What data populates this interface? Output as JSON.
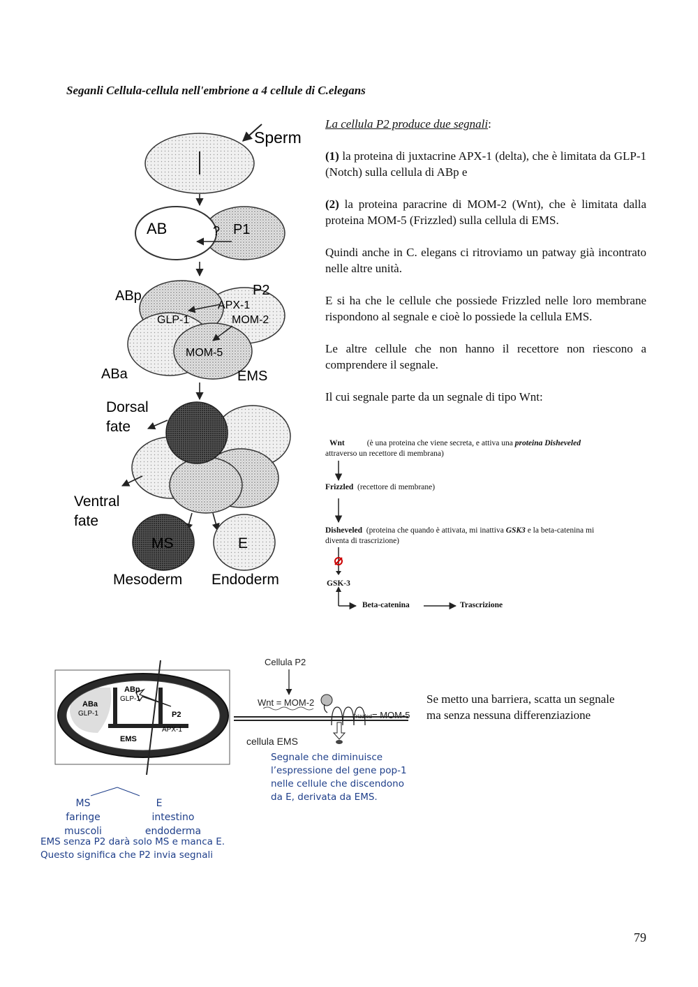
{
  "title": "Seganli Cellula-cellula nell'embrione a 4 cellule di C.elegans",
  "diagram1": {
    "sperm": "Sperm",
    "ab": "AB",
    "question": "?",
    "p1": "P1",
    "abp": "ABp",
    "p2": "P2",
    "apx1": "APX-1",
    "glp1": "GLP-1",
    "mom2": "MOM-2",
    "mom5": "MOM-5",
    "aba": "ABa",
    "ems": "EMS",
    "dorsal1": "Dorsal",
    "dorsal2": "fate",
    "ventral1": "Ventral",
    "ventral2": "fate",
    "ms": "MS",
    "e": "E",
    "mesoderm": "Mesoderm",
    "endoderm": "Endoderm"
  },
  "text": {
    "p2_heading": "La cellula P2 produce due segnali",
    "colon": ":",
    "s1_num": "(1)",
    "s1": " la proteina di juxtacrine APX-1 (delta), che è limitata da GLP-1 (Notch) sulla cellula di ABp e",
    "s2_num": "(2)",
    "s2": " la proteina paracrine di MOM-2 (Wnt), che è limitata dalla proteina MOM-5 (Frizzled) sulla cellula di EMS.",
    "p3": "Quindi anche in C. elegans ci ritroviamo un patway già incontrato nelle altre unità.",
    "p4": "E si ha che le cellule che possiede Frizzled nelle loro membrane rispondono al segnale e cioè lo possiede la cellula EMS.",
    "p5": "Le altre cellule che non hanno il recettore non riescono a comprendere il segnale.",
    "p6": "Il cui segnale parte da un segnale di tipo Wnt:"
  },
  "pathway": {
    "wnt": "Wnt",
    "wnt_desc_a": "(è una proteina che viene secreta, e attiva una ",
    "wnt_desc_b": "proteina Disheveled",
    "wnt_desc_c": "attraverso un recettore di membrana)",
    "frizzled": "Frizzled",
    "frizzled_desc": "(recettore di membrane)",
    "disheveled": "Disheveled",
    "dish_desc_a": "(proteina che quando è attivata, mi inattiva ",
    "dish_desc_b": "GSK3",
    "dish_desc_c": " e la beta-catenina mi",
    "dish_desc_d": "diventa di trascrizione)",
    "gsk3": "GSK-3",
    "beta": "Beta-catenina",
    "trascr": "Trascrizione"
  },
  "diagram2": {
    "abp": "ABp",
    "glp1_top": "GLP-1",
    "aba": "ABa",
    "glp1_left": "GLP-1",
    "p2": "P2",
    "apx1": "APX-1",
    "ems": "EMS",
    "ms": "MS",
    "ms_l1": "faringe",
    "ms_l2": "muscoli",
    "e": "E",
    "e_l1": "intestino",
    "e_l2": "endoderma",
    "note1": "EMS senza P2 darà solo MS e manca E.",
    "note2": "Questo significa che P2 invia segnali"
  },
  "diagram3": {
    "cellula_p2": "Cellula P2",
    "wnt_mom2": "Wnt = MOM-2",
    "frizzled": "Frizzled",
    "mom5": "= MOM-5",
    "cellula_ems": "cellula EMS",
    "note1": "Segnale che diminuisce",
    "note2": "l’espressione del gene pop-1",
    "note3": "nelle cellule che discendono",
    "note4": "da E, derivata da EMS."
  },
  "barrier_text": "Se metto una barriera, scatta un segnale ma senza nessuna differenziazione",
  "page_number": "79",
  "colors": {
    "text": "#111111",
    "inhibit": "#cc0000",
    "handwriting": "#1f3f8a"
  }
}
